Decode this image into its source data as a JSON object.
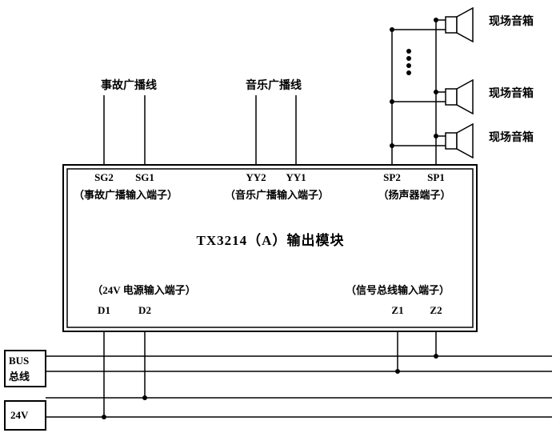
{
  "diagram": {
    "title": "TX3214（A）输出模块",
    "input_lines": {
      "accident": "事故广播线",
      "music": "音乐广播线"
    },
    "speaker_label": "现场音箱",
    "module": {
      "top_groups": [
        {
          "label": "（事故广播输入端子）",
          "a": "SG2",
          "b": "SG1"
        },
        {
          "label": "（音乐广播输入端子）",
          "a": "YY2",
          "b": "YY1"
        },
        {
          "label": "（扬声器端子）",
          "a": "SP2",
          "b": "SP1"
        }
      ],
      "bottom_groups": [
        {
          "label": "（24V 电源输入端子）",
          "a": "D1",
          "b": "D2"
        },
        {
          "label": "（信号总线输入端子）",
          "a": "Z1",
          "b": "Z2"
        }
      ]
    },
    "bus_box": {
      "line1": "BUS",
      "line2": "总线"
    },
    "power_box": {
      "label": "24V"
    },
    "colors": {
      "line": "#000000",
      "background": "#ffffff"
    }
  }
}
